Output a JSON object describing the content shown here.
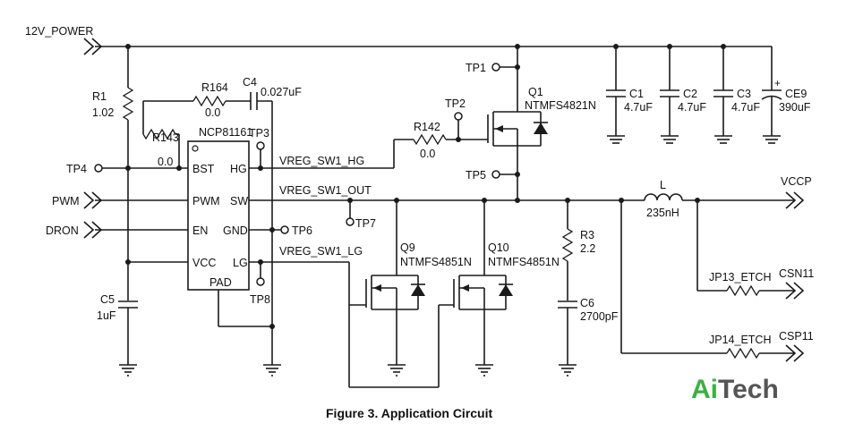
{
  "nets": {
    "power12v": "12V_POWER",
    "pwm": "PWM",
    "dron": "DRON",
    "vccp": "VCCP",
    "csn": "CSN11",
    "csp": "CSP11",
    "hg_net": "VREG_SW1_HG",
    "sw_net": "VREG_SW1_OUT",
    "lg_net": "VREG_SW1_LG"
  },
  "ic": {
    "name": "NCP81161",
    "pins": {
      "bst": "BST",
      "pwm": "PWM",
      "en": "EN",
      "vcc": "VCC",
      "hg": "HG",
      "sw": "SW",
      "gnd": "GND",
      "lg": "LG",
      "pad": "PAD"
    }
  },
  "test_points": {
    "tp1": "TP1",
    "tp2": "TP2",
    "tp3": "TP3",
    "tp4": "TP4",
    "tp5": "TP5",
    "tp6": "TP6",
    "tp7": "TP7",
    "tp8": "TP8"
  },
  "components": {
    "r1": {
      "ref": "R1",
      "value": "1.02"
    },
    "r164": {
      "ref": "R164",
      "value": "0.0"
    },
    "c4": {
      "ref": "C4",
      "value": "0.027uF"
    },
    "r143": {
      "ref": "R143",
      "value": "0.0"
    },
    "r142": {
      "ref": "R142",
      "value": "0.0"
    },
    "q1": {
      "ref": "Q1",
      "part": "NTMFS4821N"
    },
    "q9": {
      "ref": "Q9",
      "part": "NTMFS4851N"
    },
    "q10": {
      "ref": "Q10",
      "part": "NTMFS4851N"
    },
    "c1": {
      "ref": "C1",
      "value": "4.7uF"
    },
    "c2": {
      "ref": "C2",
      "value": "4.7uF"
    },
    "c3": {
      "ref": "C3",
      "value": "4.7uF"
    },
    "ce9": {
      "ref": "CE9",
      "value": "390uF",
      "polarity": "+"
    },
    "l": {
      "ref": "L",
      "value": "235nH"
    },
    "r3": {
      "ref": "R3",
      "value": "2.2"
    },
    "c6": {
      "ref": "C6",
      "value": "2700pF"
    },
    "c5": {
      "ref": "C5",
      "value": "1uF"
    },
    "jp13": {
      "ref": "JP13_ETCH"
    },
    "jp14": {
      "ref": "JP14_ETCH"
    }
  },
  "caption": "Figure 3. Application Circuit",
  "watermark": {
    "part1": "Ai",
    "part2": "Tech",
    "color1": "#3cb043",
    "color2": "#555555"
  }
}
